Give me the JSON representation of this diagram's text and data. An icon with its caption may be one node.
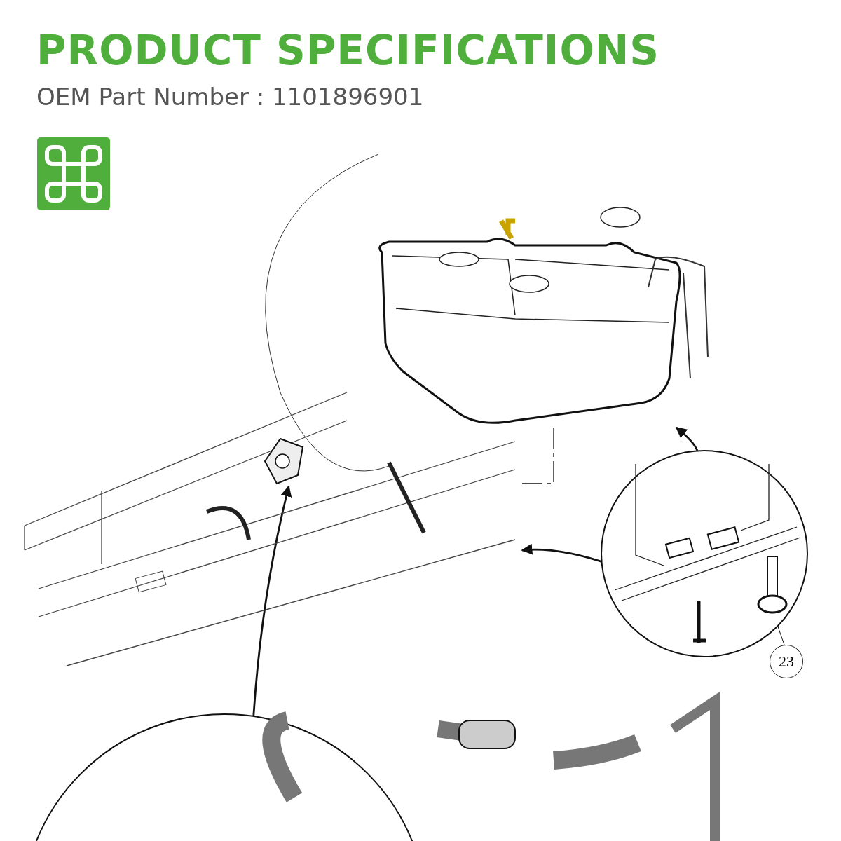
{
  "diagram": {
    "title": "PRODUCT SPECIFICATIONS",
    "nodes": [
      {
        "text": [],
        "shape": "picture"
      },
      {
        "text": [],
        "shape": "picture",
        "in": 2
      },
      {
        "text": [],
        "shape": "picture"
      },
      {
        "text": [],
        "shape": "circle"
      },
      {
        "text": [],
        "shape": "picture",
        "in": 3
      },
      {
        "text": [
          "23"
        ]
      },
      {
        "text": [],
        "shape": "circle"
      }
    ],
    "edges": [
      {
        "from": 3,
        "to": 0,
        "arrow": "to"
      },
      {
        "from": 3,
        "to": 2,
        "arrow": "to"
      },
      {
        "from": 6,
        "to": 1,
        "arrow": "to"
      },
      {
        "from": 5,
        "to": 4,
        "arrow": "none"
      },
      {
        "from": 0,
        "to": 2,
        "arrow": "none",
        "style": "dashed"
      }
    ],
    "labels": [
      "OEM Part Number : 1101896901"
    ]
  }
}
